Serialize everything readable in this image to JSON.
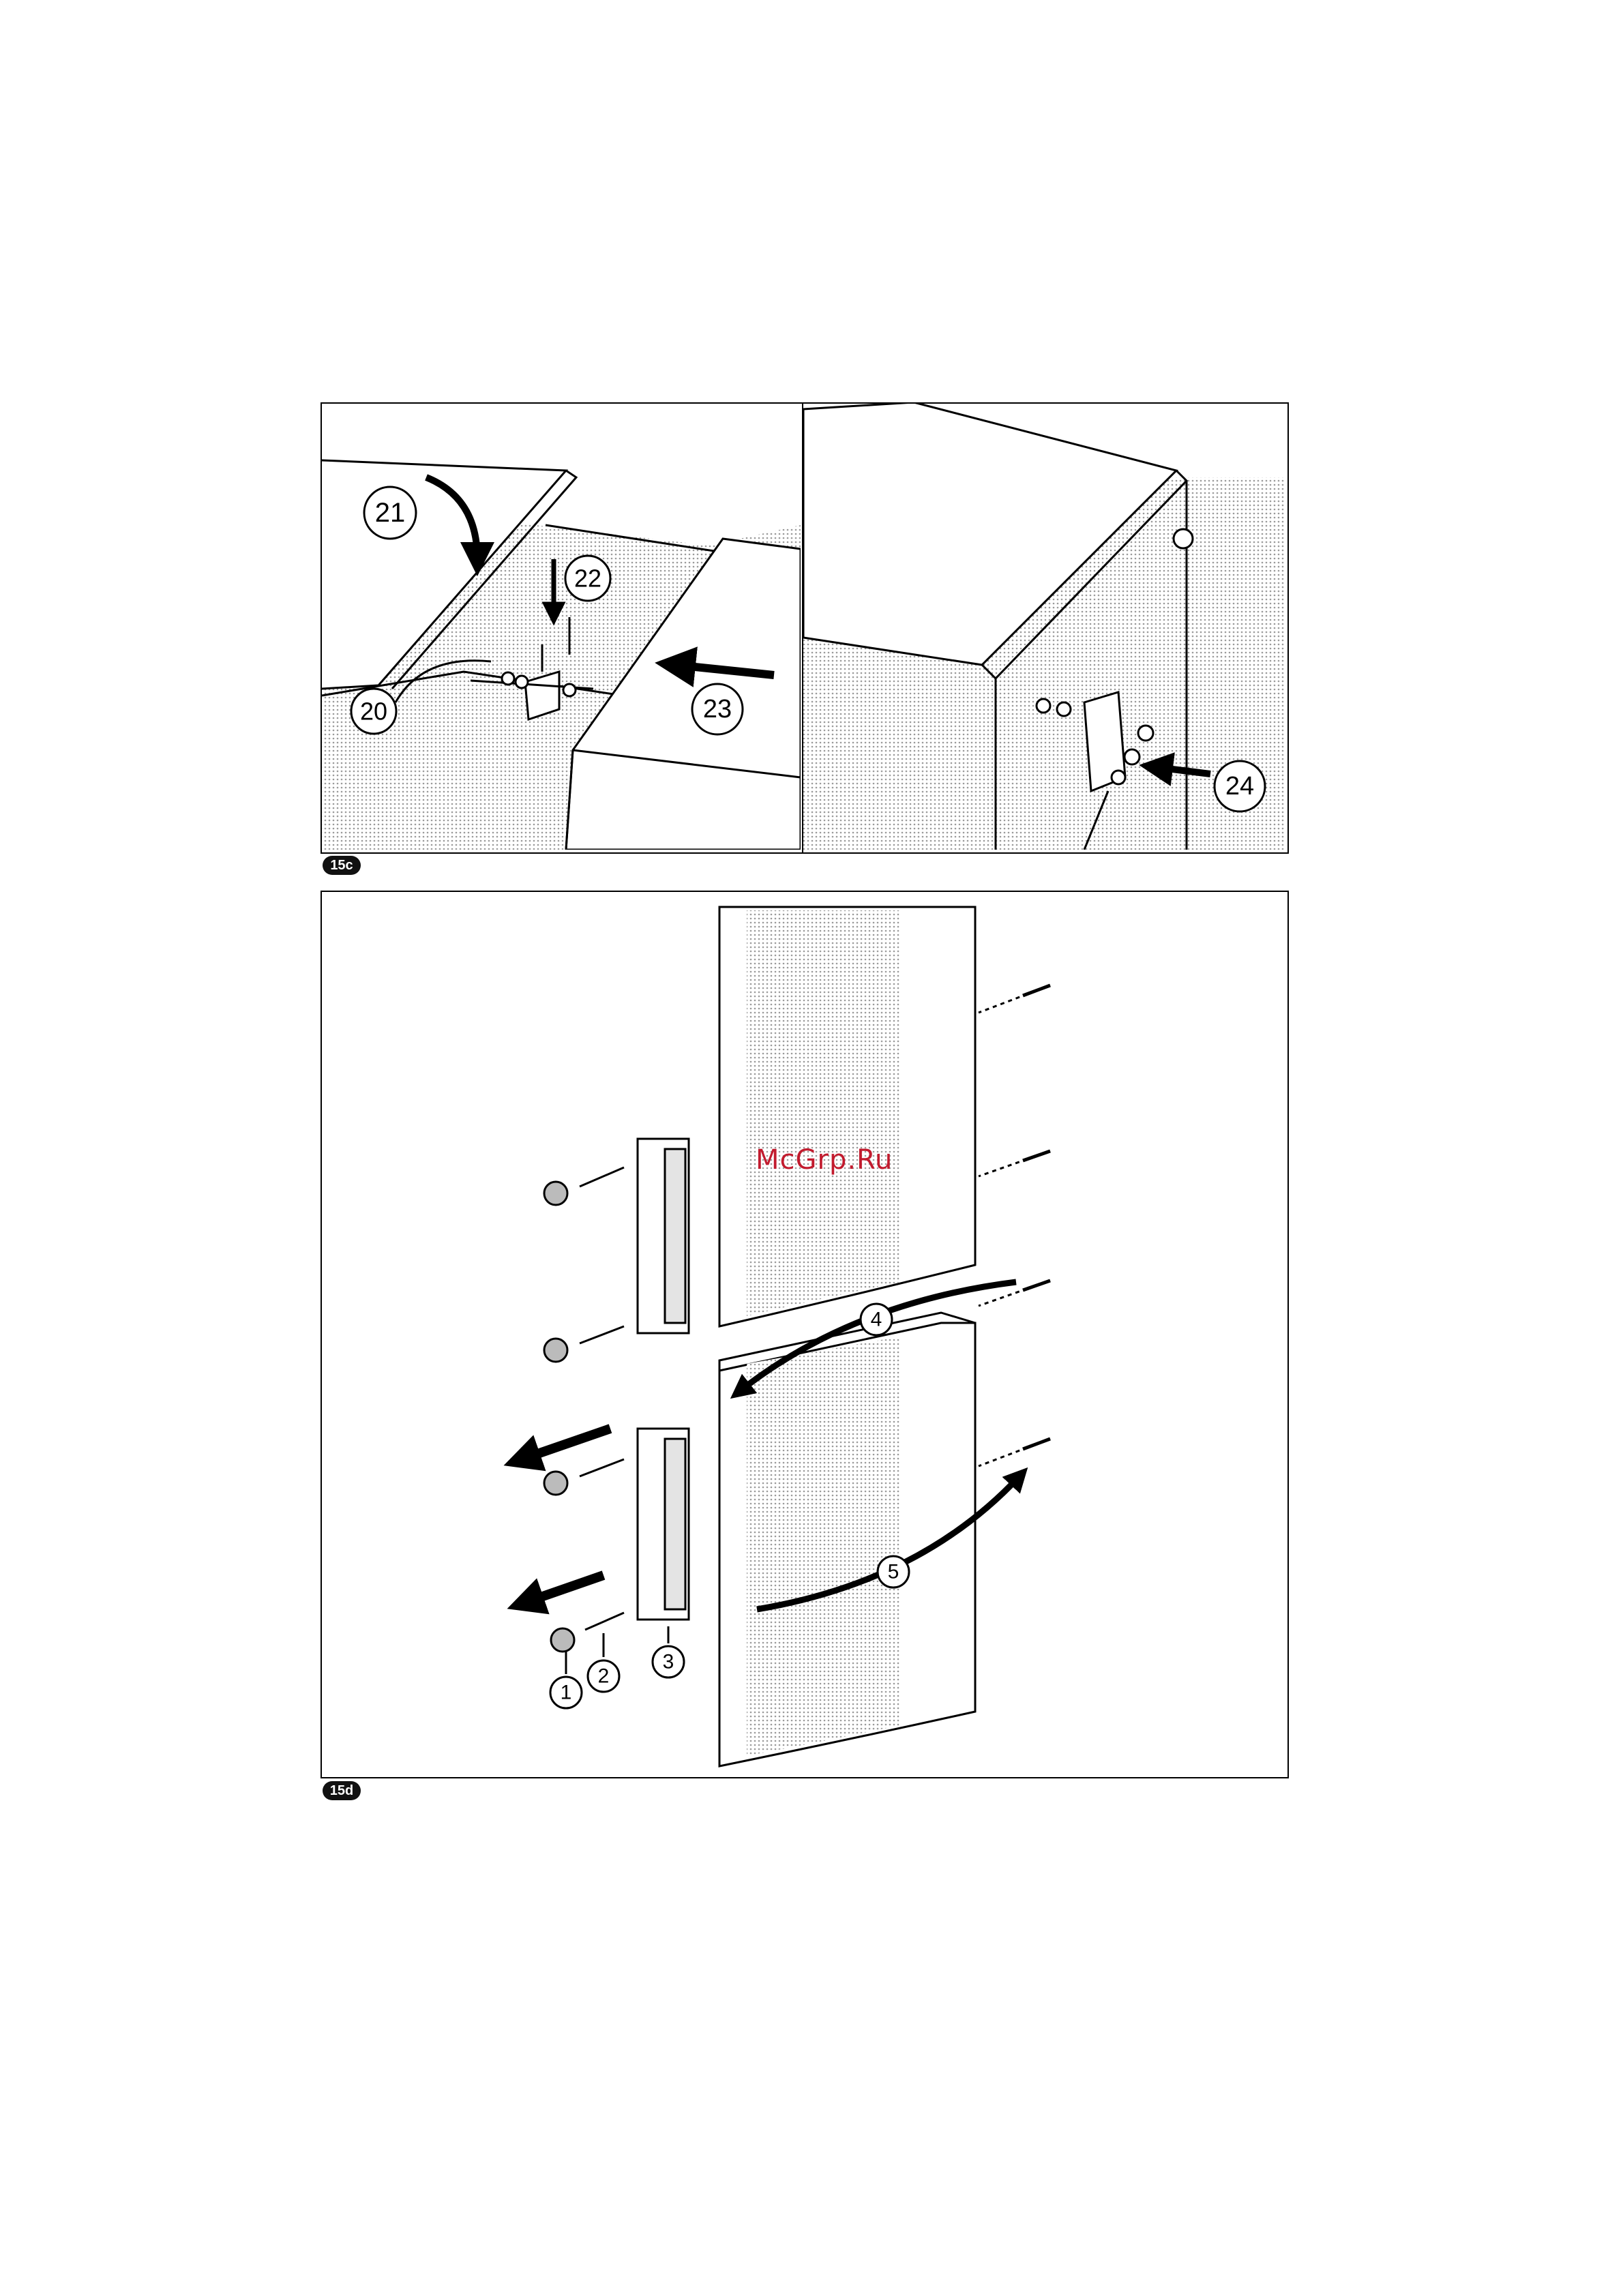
{
  "watermark": "McGrp.Ru",
  "figures": [
    {
      "tag": "15c",
      "callouts": [
        "21",
        "22",
        "20",
        "23",
        "24"
      ]
    },
    {
      "tag": "15d",
      "callouts": [
        "4",
        "5",
        "1",
        "2",
        "3"
      ]
    }
  ],
  "colors": {
    "line": "#000000",
    "shading": "#c8c8c8",
    "watermark": "#c21b2e"
  }
}
